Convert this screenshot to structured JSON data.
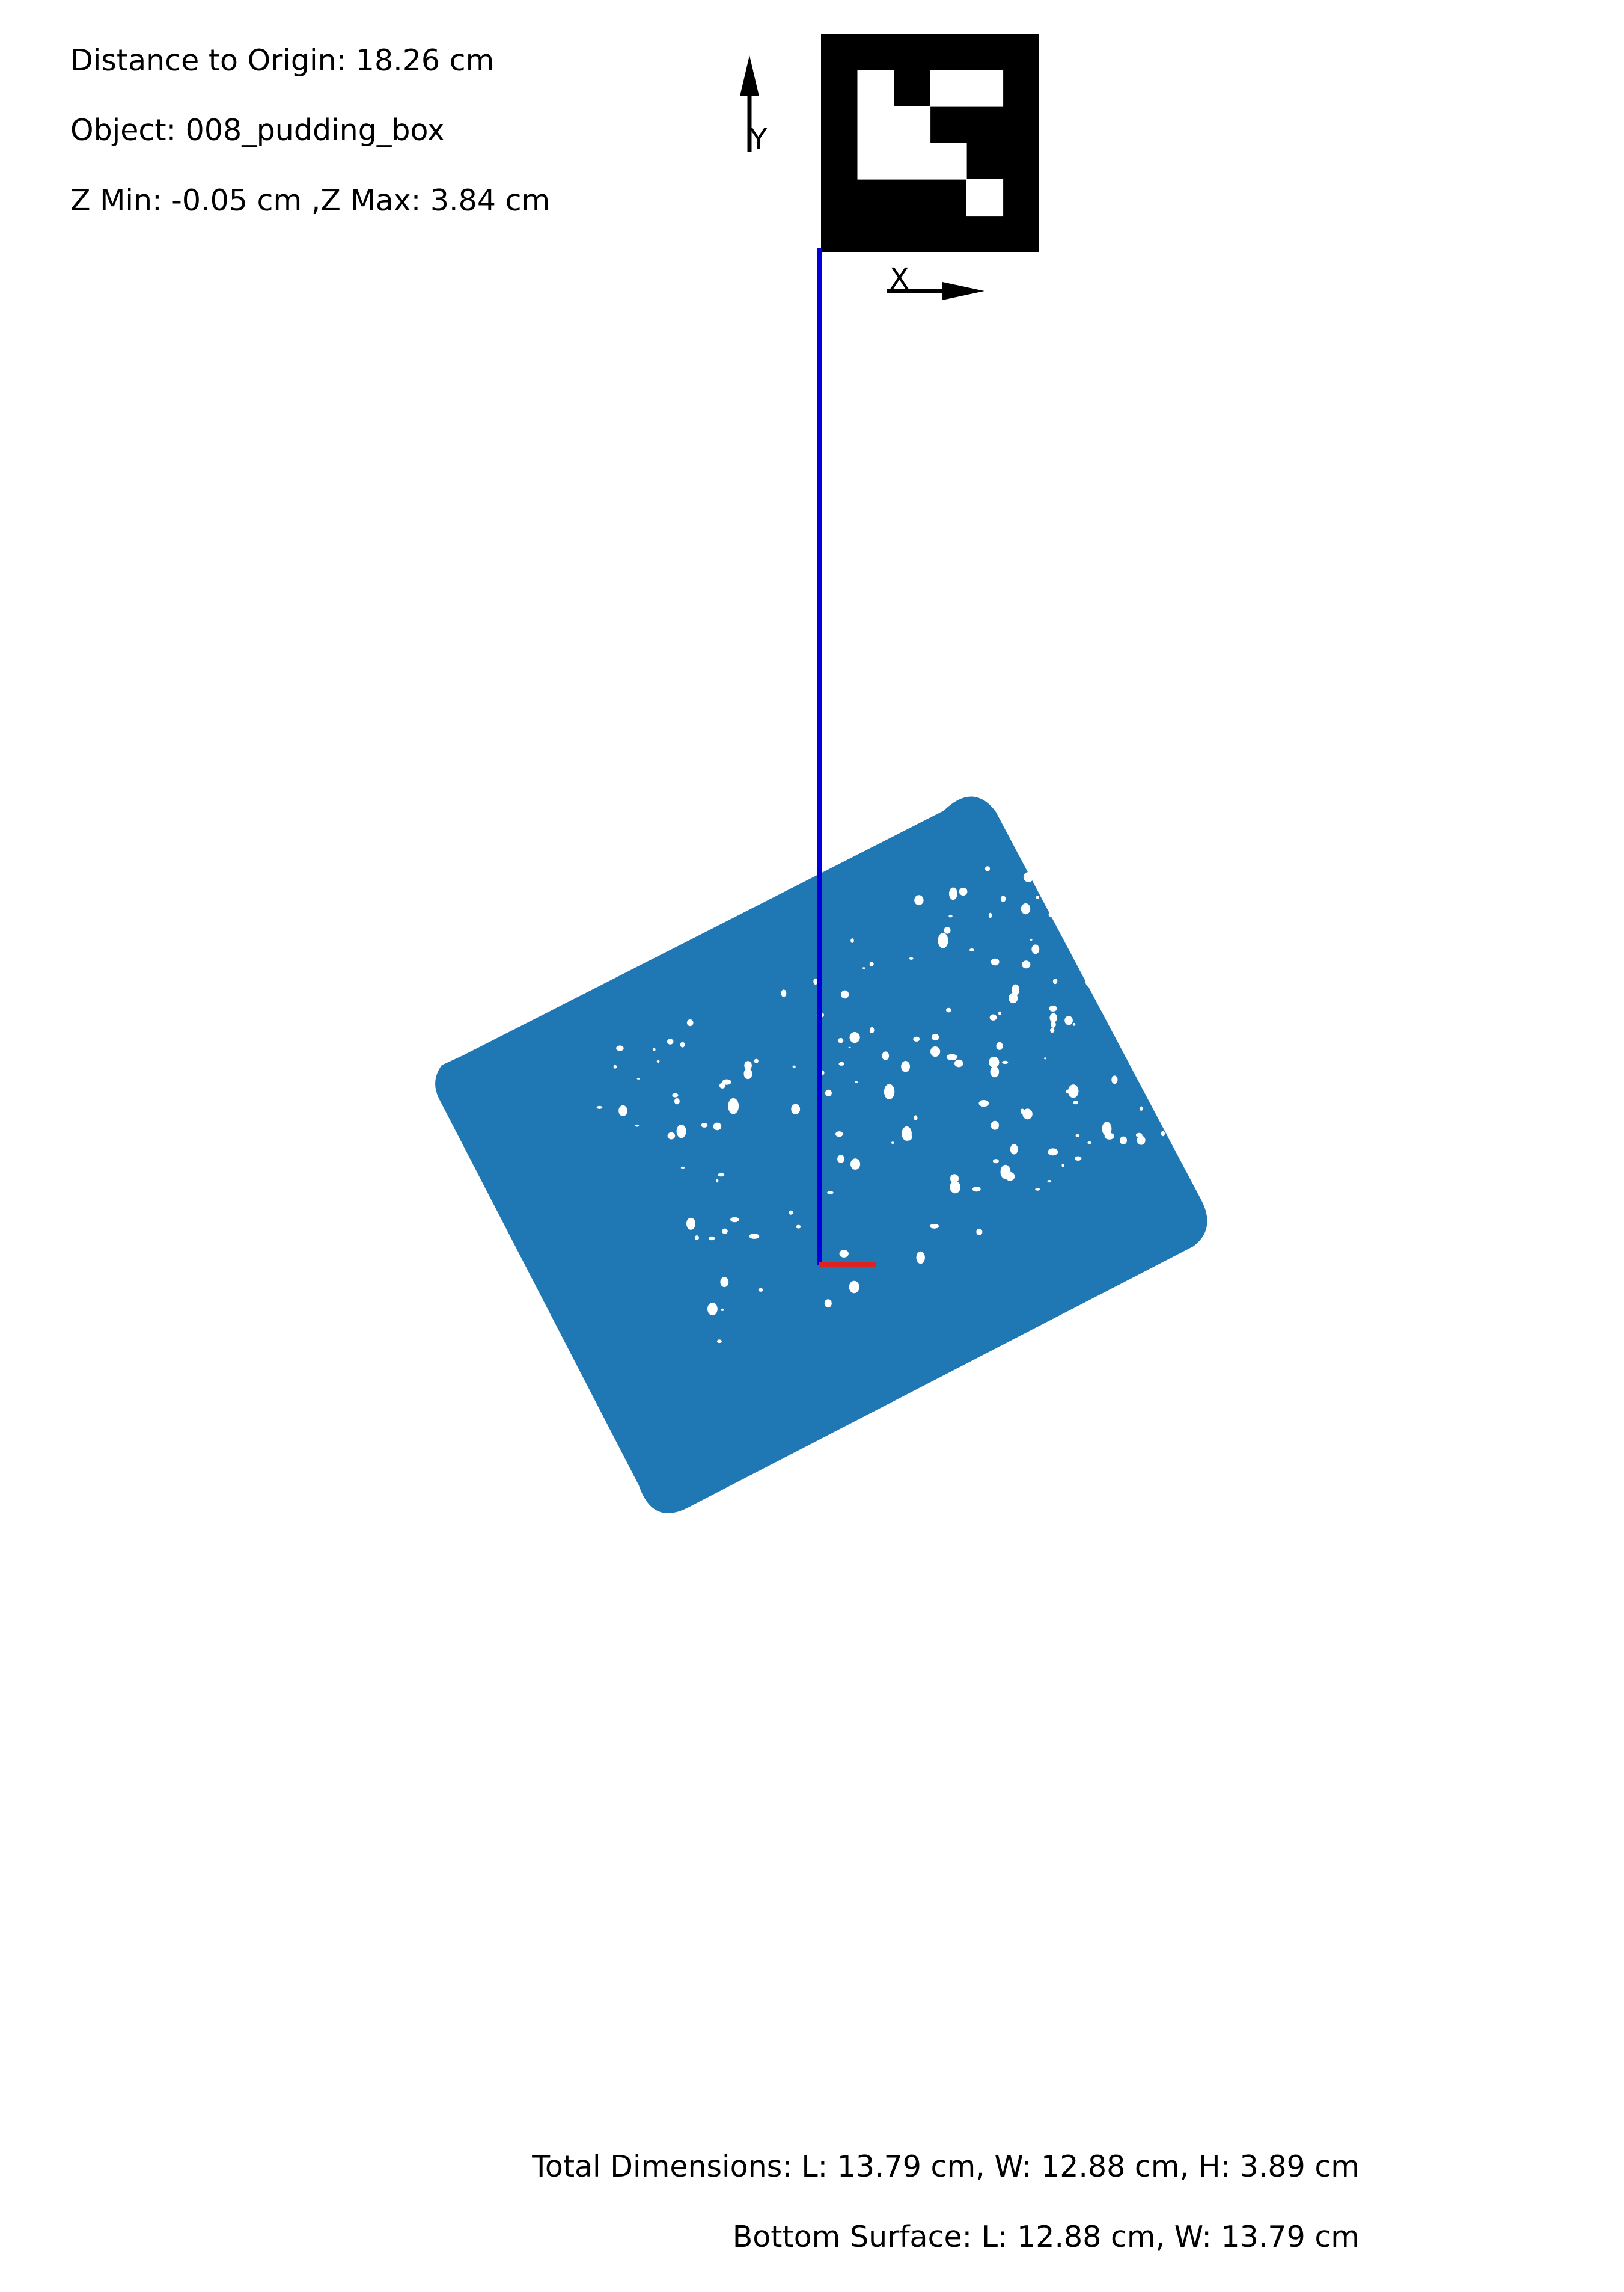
{
  "header": {
    "distance": "Distance to Origin: 18.26 cm",
    "object": "Object: 008_pudding_box",
    "z_range": "Z Min: -0.05 cm ,Z Max:  3.84 cm"
  },
  "marker": {
    "x_label": "X",
    "y_label": "Y",
    "cells": [
      [
        0,
        0,
        0,
        0,
        0,
        0
      ],
      [
        0,
        1,
        0,
        1,
        1,
        0
      ],
      [
        0,
        1,
        1,
        0,
        0,
        0
      ],
      [
        0,
        1,
        1,
        1,
        0,
        0
      ],
      [
        0,
        0,
        0,
        0,
        1,
        0
      ],
      [
        0,
        0,
        0,
        0,
        0,
        0
      ]
    ]
  },
  "footer": {
    "total_dimensions": "Total Dimensions: L: 13.79 cm, W: 12.88 cm, H: 3.89 cm",
    "bottom_surface": "Bottom Surface: L: 12.88 cm, W: 13.79 cm"
  },
  "colors": {
    "point_cloud": "#1f77b4",
    "y_axis_line": "#0000dd",
    "x_axis_line": "#dd2222",
    "marker": "#000000",
    "background": "#ffffff"
  }
}
